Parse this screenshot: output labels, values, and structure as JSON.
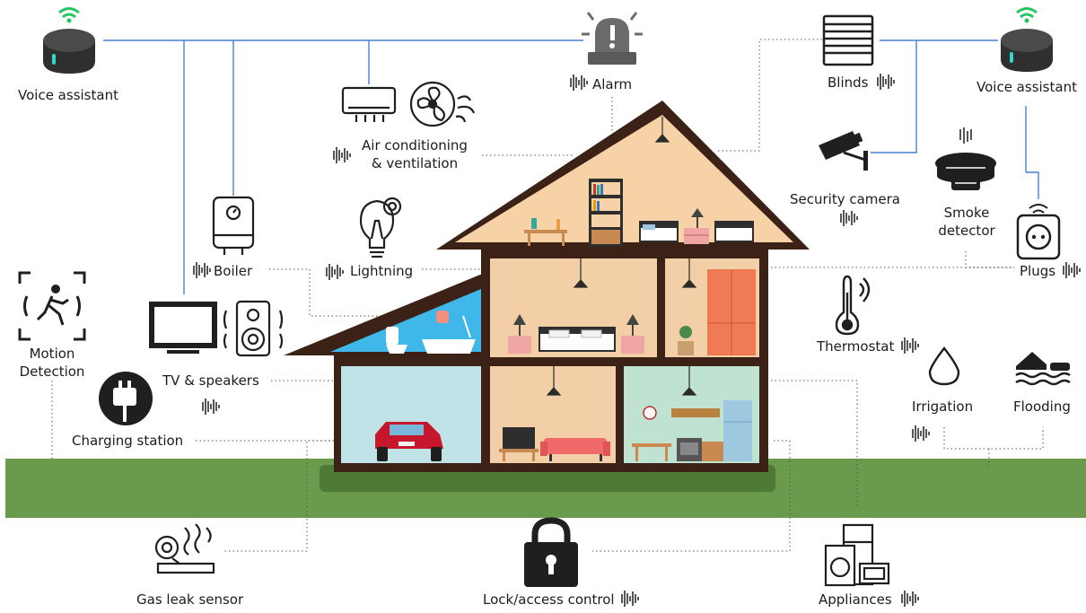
{
  "labels": {
    "voice_left": "Voice assistant",
    "voice_right": "Voice assistant",
    "alarm": "Alarm",
    "blinds": "Blinds",
    "air_line1": "Air conditioning",
    "air_line2": "& ventilation",
    "security_camera": "Security camera",
    "smoke_line1": "Smoke",
    "smoke_line2": "detector",
    "boiler": "Boiler",
    "lightning": "Lightning",
    "plugs": "Plugs",
    "motion_line1": "Motion",
    "motion_line2": "Detection",
    "tv_speakers": "TV & speakers",
    "thermostat": "Thermostat",
    "irrigation": "Irrigation",
    "flooding": "Flooding",
    "charging_station": "Charging station",
    "gas_leak": "Gas leak sensor",
    "lock": "Lock/access control",
    "appliances": "Appliances"
  },
  "colors": {
    "connector_blue": "#4a7fd4",
    "house_outline": "#3b2116",
    "attic_fill": "#f7d2a6",
    "room_fill": "#f2cfa6",
    "bathroom_fill": "#3fb7e8",
    "garage_fill": "#bfe3e6",
    "kitchen_fill": "#bfe3d0",
    "grass": "#6a9a4c",
    "car_red": "#c6162b",
    "wardrobe": "#ef7b55",
    "wifi_green": "#22c55e"
  }
}
